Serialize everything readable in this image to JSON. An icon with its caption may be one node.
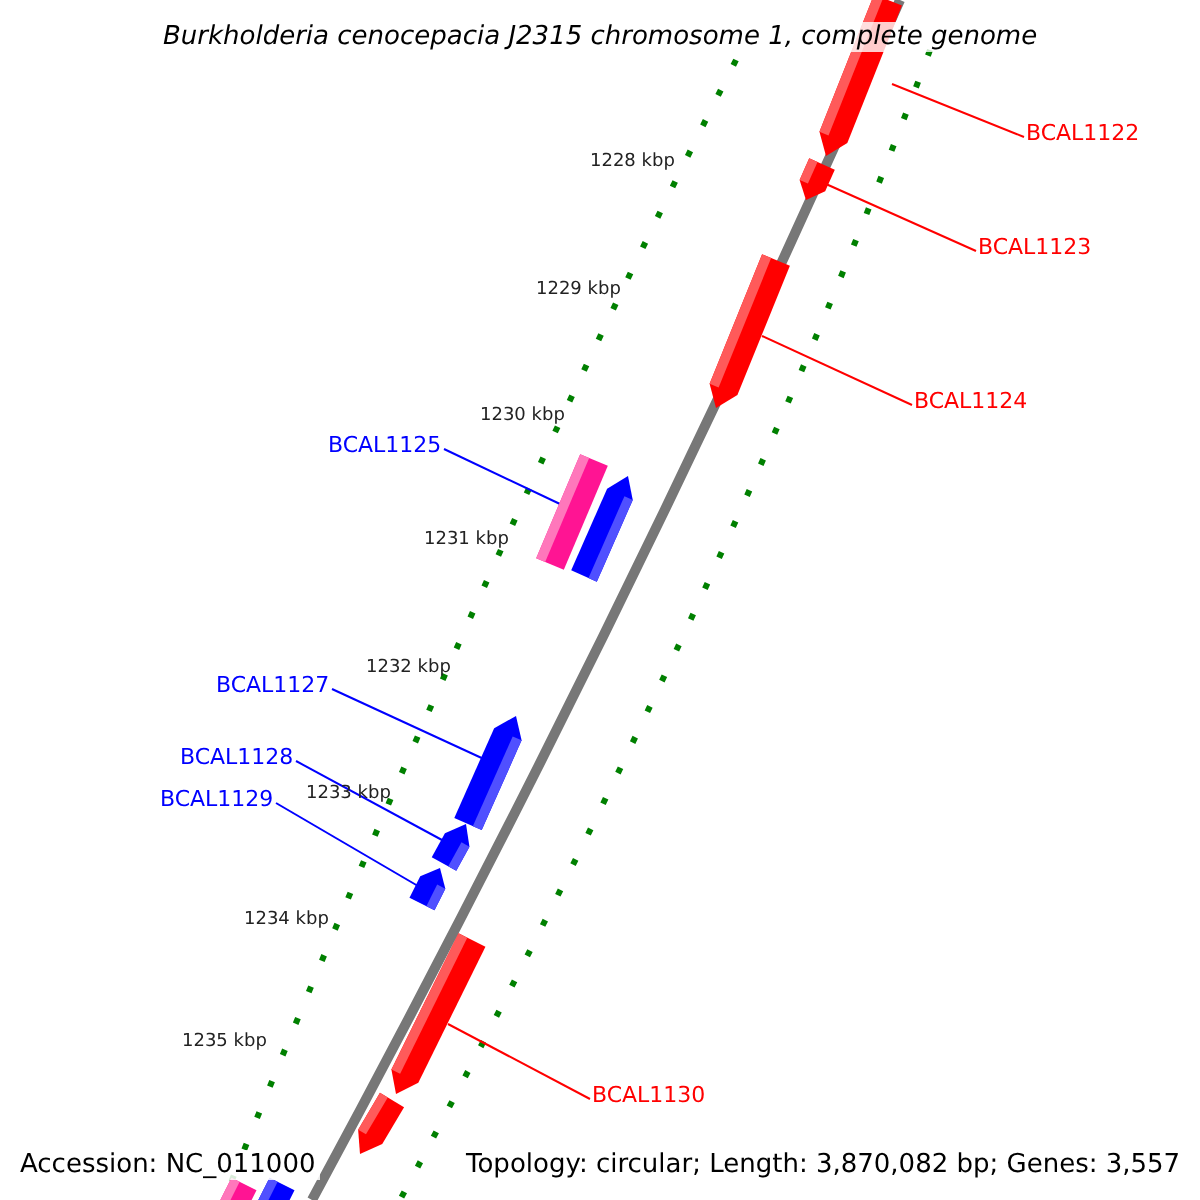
{
  "diagram": {
    "title": "Burkholderia cenocepacia J2315 chromosome 1, complete genome",
    "nodes": [
      {
        "text": [
          "BCAL1122"
        ]
      },
      {
        "text": [
          "BCAL1123"
        ]
      },
      {
        "text": [
          "BCAL1124"
        ]
      },
      {
        "text": [
          "BCAL1125"
        ]
      },
      {
        "text": [
          "BCAL1127"
        ]
      },
      {
        "text": [
          "BCAL1128"
        ]
      },
      {
        "text": [
          "BCAL1129"
        ]
      },
      {
        "text": [
          "BCAL1130"
        ]
      },
      {
        "text": [],
        "shape": "arrow"
      },
      {
        "text": [],
        "shape": "arrow"
      },
      {
        "text": [],
        "shape": "arrow"
      },
      {
        "text": [],
        "shape": "box"
      },
      {
        "text": [],
        "shape": "arrow"
      },
      {
        "text": [],
        "shape": "arrow"
      },
      {
        "text": [],
        "shape": "arrow"
      },
      {
        "text": [],
        "shape": "arrow"
      }
    ],
    "edges": [
      {
        "from": 0,
        "to": 8,
        "arrow": "none",
        "color": "#ff0000"
      },
      {
        "from": 1,
        "to": 9,
        "arrow": "none",
        "color": "#ff0000"
      },
      {
        "from": 2,
        "to": 10,
        "arrow": "none",
        "color": "#ff0000"
      },
      {
        "from": 3,
        "to": 11,
        "arrow": "none",
        "color": "#0000ff"
      },
      {
        "from": 4,
        "to": 12,
        "arrow": "none",
        "color": "#0000ff"
      },
      {
        "from": 5,
        "to": 13,
        "arrow": "none",
        "color": "#0000ff"
      },
      {
        "from": 6,
        "to": 14,
        "arrow": "none",
        "color": "#0000ff"
      },
      {
        "from": 7,
        "to": 15,
        "arrow": "none",
        "color": "#ff0000"
      }
    ],
    "labels": [
      "1228 kbp",
      "1229 kbp",
      "1230 kbp",
      "1231 kbp",
      "1232 kbp",
      "1233 kbp",
      "1234 kbp",
      "1235 kbp",
      "Accession: NC_011000",
      "Topology: circular; Length: 3,870,082 bp; Genes: 3,557"
    ]
  }
}
